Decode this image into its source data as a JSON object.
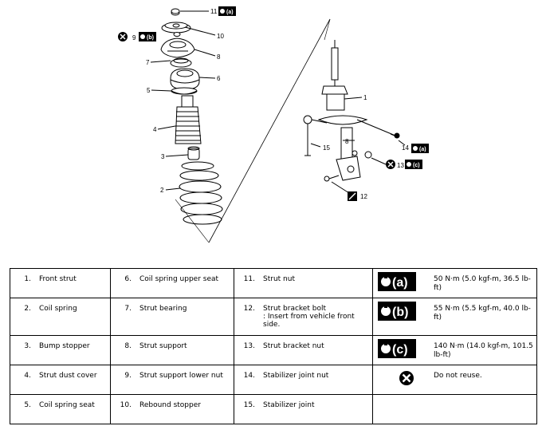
{
  "callouts": {
    "c1": "1",
    "c2": "2",
    "c3": "3",
    "c4": "4",
    "c5": "5",
    "c6": "6",
    "c7": "7",
    "c8": "8",
    "c9": "9",
    "c10": "10",
    "c11": "11",
    "c12": "12",
    "c13": "13",
    "c14": "14",
    "c15": "15"
  },
  "torque_codes": {
    "a": "(a)",
    "b": "(b)",
    "c": "(c)"
  },
  "parts": [
    {
      "num": "1.",
      "label": "Front strut"
    },
    {
      "num": "2.",
      "label": "Coil spring"
    },
    {
      "num": "3.",
      "label": "Bump stopper"
    },
    {
      "num": "4.",
      "label": "Strut dust cover"
    },
    {
      "num": "5.",
      "label": "Coil spring seat"
    },
    {
      "num": "6.",
      "label": "Coil spring upper seat"
    },
    {
      "num": "7.",
      "label": "Strut bearing"
    },
    {
      "num": "8.",
      "label": "Strut support"
    },
    {
      "num": "9.",
      "label": "Strut support lower nut"
    },
    {
      "num": "10.",
      "label": "Rebound stopper"
    },
    {
      "num": "11.",
      "label": "Strut nut"
    },
    {
      "num": "12.",
      "label": "Strut bracket bolt",
      "note": ": Insert from vehicle front side."
    },
    {
      "num": "13.",
      "label": "Strut bracket nut"
    },
    {
      "num": "14.",
      "label": "Stabilizer joint nut"
    },
    {
      "num": "15.",
      "label": "Stabilizer joint"
    }
  ],
  "legend": {
    "torque_a": "50 N·m (5.0 kgf-m, 36.5 lb-ft)",
    "torque_b": "55 N·m (5.5 kgf-m, 40.0 lb-ft)",
    "torque_c": "140 N·m (14.0 kgf-m, 101.5 lb-ft)",
    "do_not_reuse": "Do not reuse."
  }
}
